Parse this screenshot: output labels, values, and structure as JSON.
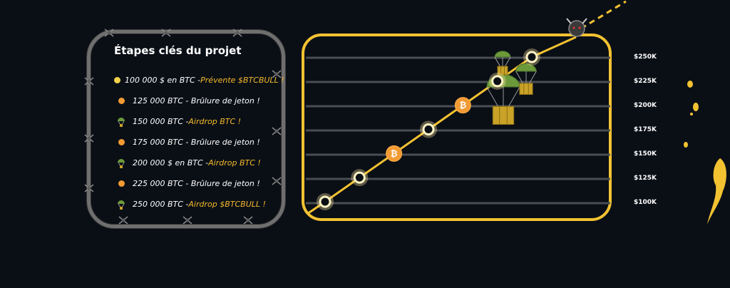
{
  "milestones": {
    "title": "Étapes clés du projet",
    "items": [
      {
        "icon": "yellow-dot-icon",
        "text": "100 000 $ en BTC - ",
        "highlight": "Prévente $BTCBULL !"
      },
      {
        "icon": "orange-dot-icon",
        "text": "125 000 BTC -  Brûlure de jeton !",
        "highlight": ""
      },
      {
        "icon": "parachute-icon",
        "text": "150 000 BTC - ",
        "highlight": "Airdrop BTC !"
      },
      {
        "icon": "orange-dot-icon",
        "text": "175 000 BTC - Brûlure de jeton !",
        "highlight": ""
      },
      {
        "icon": "parachute-icon",
        "text": "200 000 $ en BTC - ",
        "highlight": "Airdrop BTC !"
      },
      {
        "icon": "orange-dot-icon",
        "text": "225 000 BTC - Brûlure de jeton !",
        "highlight": ""
      },
      {
        "icon": "parachute-icon",
        "text": "250 000 BTC - ",
        "highlight": "Airdrop $BTCBULL !"
      }
    ]
  },
  "chart_data": {
    "type": "line",
    "y_ticks": [
      "$250K",
      "$225K",
      "$200K",
      "$175K",
      "$150K",
      "$125K",
      "$100K"
    ],
    "ylim": [
      100000,
      250000
    ],
    "x": [
      0,
      1,
      2,
      3,
      4,
      5,
      6
    ],
    "values": [
      100000,
      125000,
      150000,
      175000,
      200000,
      225000,
      250000
    ],
    "markers": [
      "ring",
      "ring",
      "bitcoin",
      "ring",
      "bitcoin",
      "ring",
      "ring"
    ],
    "grid": true
  },
  "colors": {
    "frame": "#f3c231",
    "line": "#f3c231",
    "bitcoin": "#f29a33",
    "grid": "#4a4d53",
    "background": "#0a0f16"
  }
}
